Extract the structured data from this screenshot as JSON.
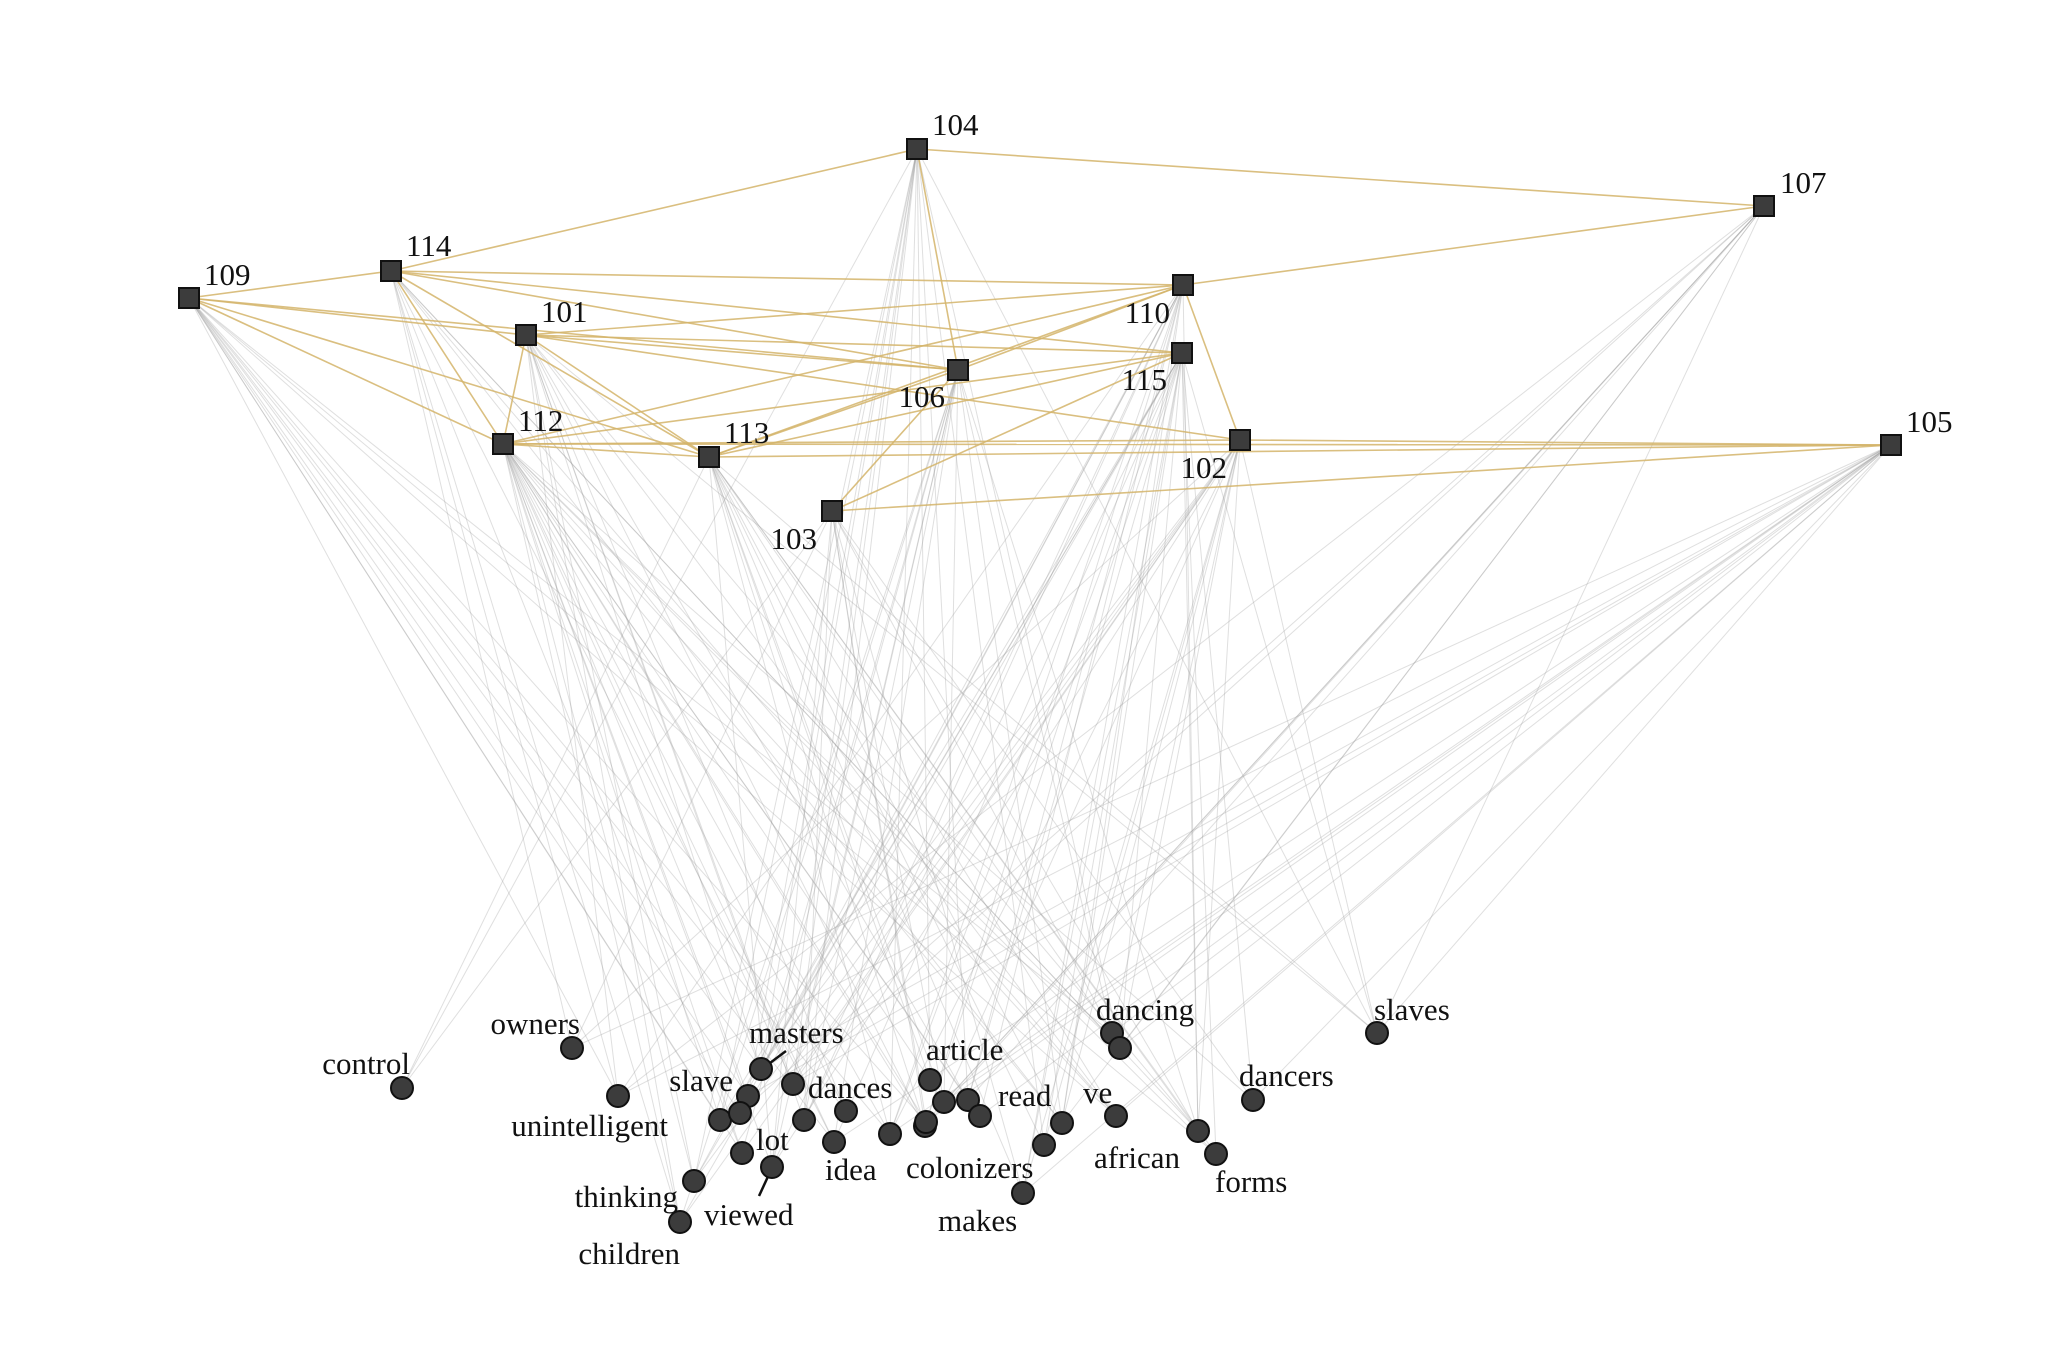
{
  "colors": {
    "doc_doc_edge": "#d4b46a",
    "doc_word_edge": "#9a9a9a",
    "node_fill": "#3c3c3c",
    "node_stroke": "#111111"
  },
  "documents": [
    {
      "id": "101",
      "label": "101"
    },
    {
      "id": "102",
      "label": "102"
    },
    {
      "id": "103",
      "label": "103"
    },
    {
      "id": "104",
      "label": "104"
    },
    {
      "id": "105",
      "label": "105"
    },
    {
      "id": "106",
      "label": "106"
    },
    {
      "id": "107",
      "label": "107"
    },
    {
      "id": "109",
      "label": "109"
    },
    {
      "id": "110",
      "label": "110"
    },
    {
      "id": "112",
      "label": "112"
    },
    {
      "id": "113",
      "label": "113"
    },
    {
      "id": "114",
      "label": "114"
    },
    {
      "id": "115",
      "label": "115"
    }
  ],
  "words": [
    {
      "id": "control",
      "label": "control"
    },
    {
      "id": "owners",
      "label": "owners"
    },
    {
      "id": "unintelligent",
      "label": "unintelligent"
    },
    {
      "id": "masters",
      "label": "masters"
    },
    {
      "id": "slave",
      "label": "slave"
    },
    {
      "id": "dances",
      "label": "dances"
    },
    {
      "id": "lot",
      "label": "lot"
    },
    {
      "id": "idea",
      "label": "idea"
    },
    {
      "id": "thinking",
      "label": "thinking"
    },
    {
      "id": "viewed",
      "label": "viewed"
    },
    {
      "id": "children",
      "label": "children"
    },
    {
      "id": "article",
      "label": "article"
    },
    {
      "id": "read",
      "label": "read"
    },
    {
      "id": "colonizers",
      "label": "colonizers"
    },
    {
      "id": "makes",
      "label": "makes"
    },
    {
      "id": "ve",
      "label": "ve"
    },
    {
      "id": "dancing",
      "label": "dancing"
    },
    {
      "id": "african",
      "label": "african"
    },
    {
      "id": "forms",
      "label": "forms"
    },
    {
      "id": "dancers",
      "label": "dancers"
    },
    {
      "id": "slaves",
      "label": "slaves"
    },
    {
      "id": "w22",
      "label": ""
    },
    {
      "id": "w23",
      "label": ""
    },
    {
      "id": "w24",
      "label": ""
    },
    {
      "id": "w25",
      "label": ""
    },
    {
      "id": "w26",
      "label": ""
    },
    {
      "id": "w27",
      "label": ""
    },
    {
      "id": "w28",
      "label": ""
    },
    {
      "id": "w29",
      "label": ""
    },
    {
      "id": "w30",
      "label": ""
    },
    {
      "id": "w31",
      "label": ""
    },
    {
      "id": "w32",
      "label": ""
    }
  ],
  "doc_doc_edges": [
    [
      "104",
      "114"
    ],
    [
      "104",
      "107"
    ],
    [
      "104",
      "106"
    ],
    [
      "107",
      "110"
    ],
    [
      "109",
      "114"
    ],
    [
      "109",
      "101"
    ],
    [
      "109",
      "112"
    ],
    [
      "109",
      "113"
    ],
    [
      "109",
      "106"
    ],
    [
      "114",
      "110"
    ],
    [
      "114",
      "106"
    ],
    [
      "114",
      "115"
    ],
    [
      "114",
      "112"
    ],
    [
      "114",
      "113"
    ],
    [
      "101",
      "110"
    ],
    [
      "101",
      "106"
    ],
    [
      "101",
      "113"
    ],
    [
      "101",
      "115"
    ],
    [
      "101",
      "102"
    ],
    [
      "101",
      "112"
    ],
    [
      "110",
      "106"
    ],
    [
      "110",
      "112"
    ],
    [
      "110",
      "102"
    ],
    [
      "110",
      "113"
    ],
    [
      "115",
      "112"
    ],
    [
      "115",
      "113"
    ],
    [
      "115",
      "103"
    ],
    [
      "106",
      "103"
    ],
    [
      "106",
      "113"
    ],
    [
      "112",
      "102"
    ],
    [
      "112",
      "105"
    ],
    [
      "113",
      "105"
    ],
    [
      "102",
      "105"
    ],
    [
      "103",
      "105"
    ],
    [
      "112",
      "113"
    ]
  ]
}
